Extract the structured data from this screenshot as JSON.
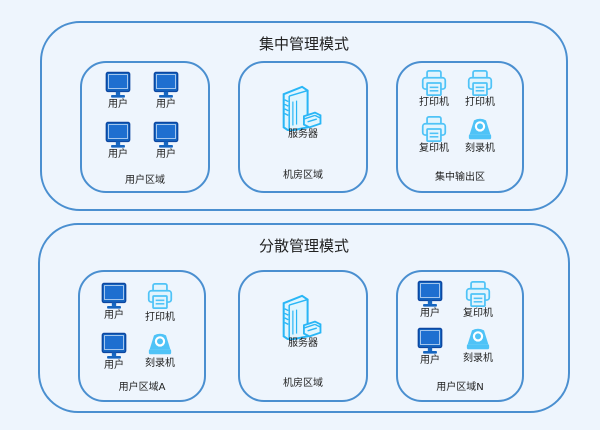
{
  "colors": {
    "border": "#4a8fd0",
    "monitor": "#1565c0",
    "server": "#29b6f6",
    "printer": "#4fc3f7",
    "background": "#eef5fd"
  },
  "centralized": {
    "title": "集中管理模式",
    "user_zone": {
      "label": "用户区域",
      "devices": [
        {
          "icon": "monitor-icon",
          "label": "用户"
        },
        {
          "icon": "monitor-icon",
          "label": "用户"
        },
        {
          "icon": "monitor-icon",
          "label": "用户"
        },
        {
          "icon": "monitor-icon",
          "label": "用户"
        }
      ]
    },
    "server_zone": {
      "label": "机房区域",
      "devices": [
        {
          "icon": "server-icon",
          "label": "服务器"
        }
      ]
    },
    "output_zone": {
      "label": "集中输出区",
      "devices": [
        {
          "icon": "printer-icon",
          "label": "打印机"
        },
        {
          "icon": "printer-icon",
          "label": "打印机"
        },
        {
          "icon": "copier-icon",
          "label": "复印机"
        },
        {
          "icon": "disc-burner-icon",
          "label": "刻录机"
        }
      ]
    }
  },
  "distributed": {
    "title": "分散管理模式",
    "user_zone_a": {
      "label": "用户区域A",
      "devices": [
        {
          "icon": "monitor-icon",
          "label": "用户"
        },
        {
          "icon": "printer-icon",
          "label": "打印机"
        },
        {
          "icon": "monitor-icon",
          "label": "用户"
        },
        {
          "icon": "disc-burner-icon",
          "label": "刻录机"
        }
      ]
    },
    "server_zone": {
      "label": "机房区域",
      "devices": [
        {
          "icon": "server-icon",
          "label": "服务器"
        }
      ]
    },
    "user_zone_n": {
      "label": "用户区域N",
      "devices": [
        {
          "icon": "monitor-icon",
          "label": "用户"
        },
        {
          "icon": "copier-icon",
          "label": "复印机"
        },
        {
          "icon": "monitor-icon",
          "label": "用户"
        },
        {
          "icon": "disc-burner-icon",
          "label": "刻录机"
        }
      ]
    }
  }
}
